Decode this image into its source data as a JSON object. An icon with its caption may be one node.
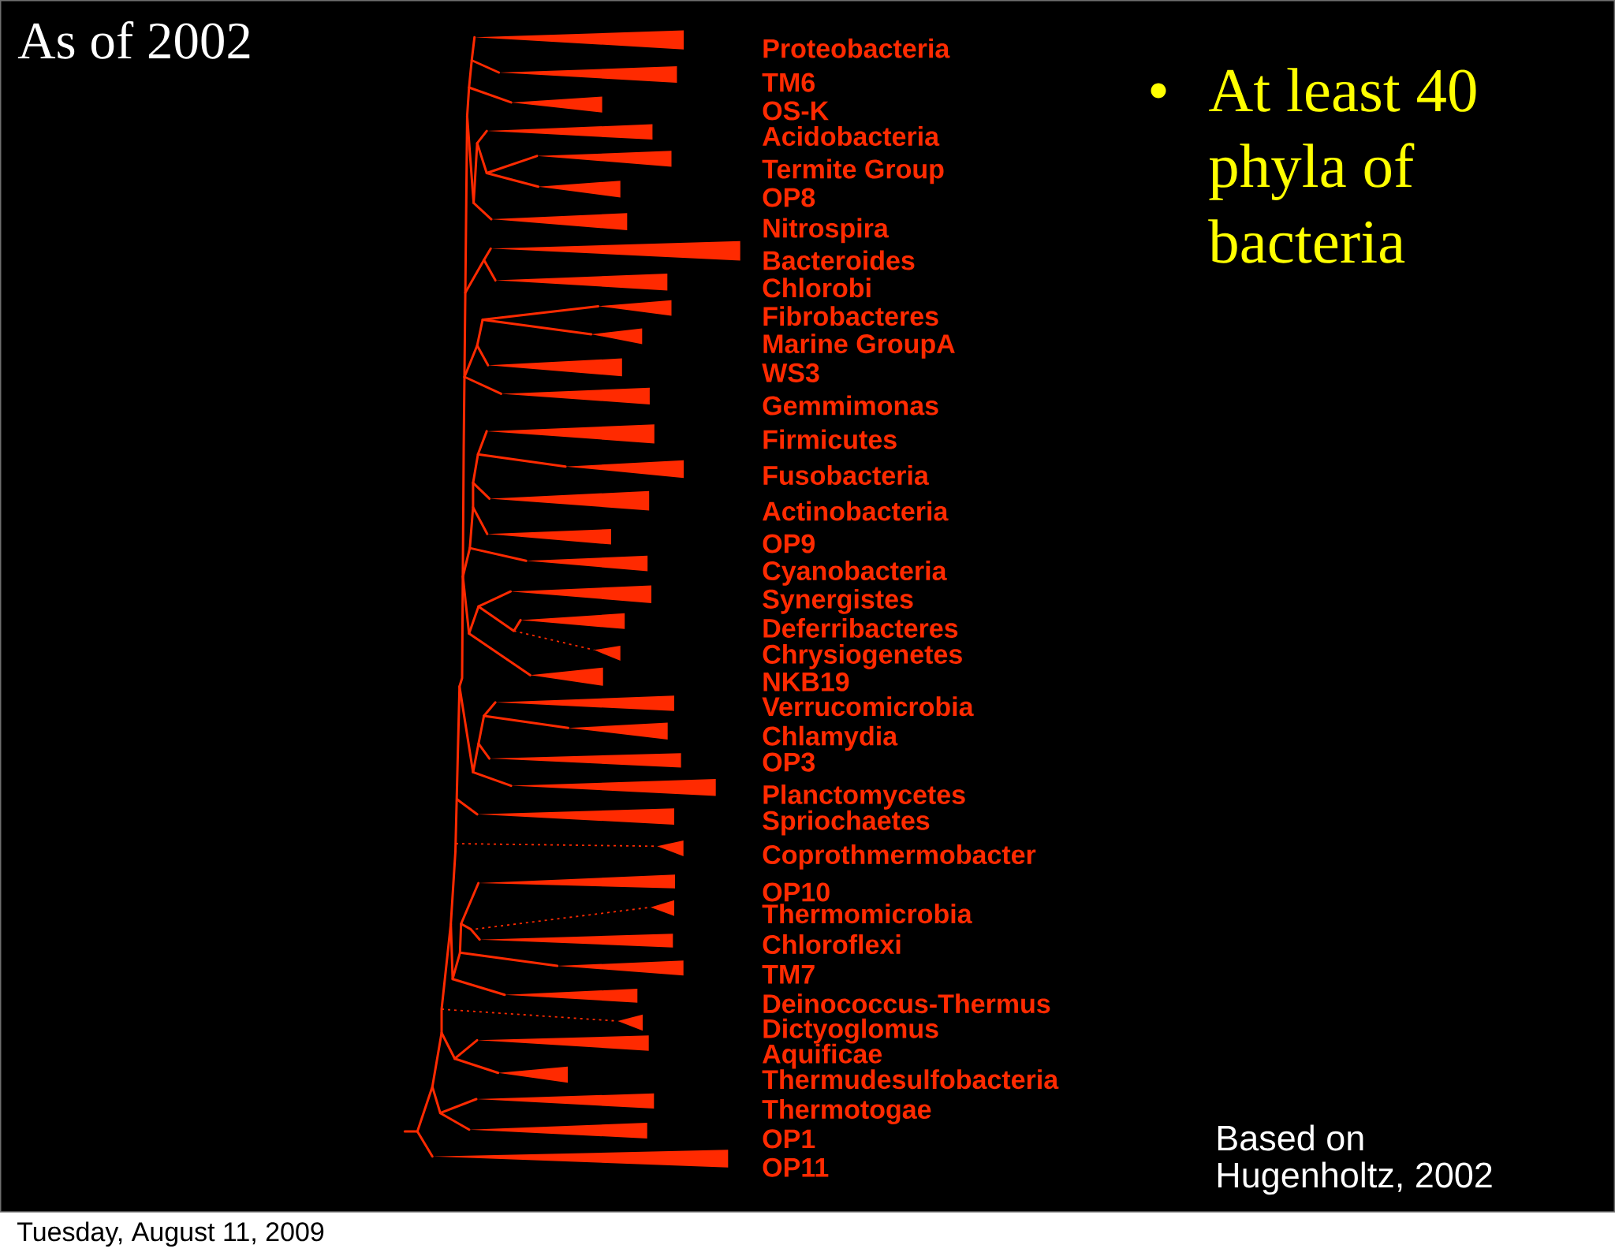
{
  "diagram": {
    "title": "As of 2002",
    "labels": [
      "Proteobacteria",
      "TM6",
      "OS-K",
      "Acidobacteria",
      "Termite Group",
      "OP8",
      "Nitrospira",
      "Bacteroides",
      "Chlorobi",
      "Fibrobacteres",
      "Marine GroupA",
      "WS3",
      "Gemmimonas",
      "Firmicutes",
      "Fusobacteria",
      "Actinobacteria",
      "OP9",
      "Cyanobacteria",
      "Synergistes",
      "Deferribacteres",
      "Chrysiogenetes",
      "NKB19",
      "Verrucomicrobia",
      "Chlamydia",
      "OP3",
      "Planctomycetes",
      "Spriochaetes",
      "Coprothmermobacter",
      "OP10",
      "Thermomicrobia",
      "Chloroflexi",
      "TM7",
      "Deinococcus-Thermus",
      "Dictyoglomus",
      "Aquificae",
      "Thermudesulfobacteria",
      "Thermotogae",
      "OP1",
      "OP11",
      "At least 40 phyla of bacteria",
      "Based on Hugenholtz, 2002",
      "Tuesday, August 11, 2009"
    ]
  }
}
